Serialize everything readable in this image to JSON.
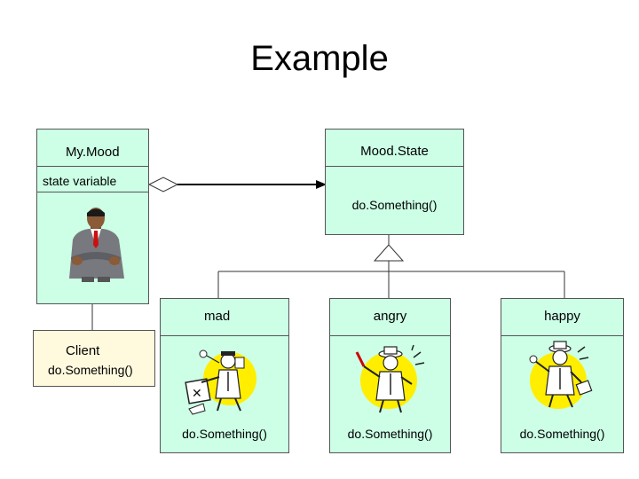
{
  "title": "Example",
  "classes": {
    "mymood": {
      "name": "My.Mood",
      "attribute": "state variable"
    },
    "moodstate": {
      "name": "Mood.State",
      "method": "do.Something()"
    },
    "mad": {
      "name": "mad",
      "method": "do.Something()"
    },
    "angry": {
      "name": "angry",
      "method": "do.Something()"
    },
    "happy": {
      "name": "happy",
      "method": "do.Something()"
    },
    "client": {
      "name": "Client",
      "method": "do.Something()"
    }
  },
  "icons": {
    "mymood": "businessman-icon",
    "mad": "mad-person-icon",
    "angry": "angry-person-icon",
    "happy": "happy-person-icon"
  },
  "colors": {
    "class_fill": "#ccffe6",
    "client_fill": "#fff9dd",
    "border": "#555555",
    "badge_yellow": "#ffee00"
  }
}
